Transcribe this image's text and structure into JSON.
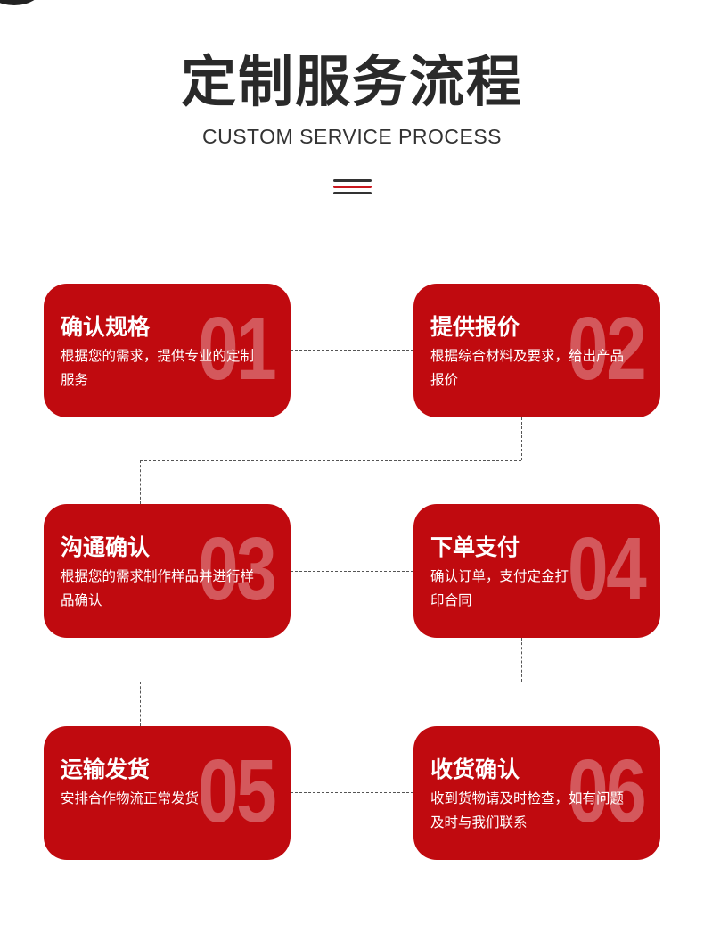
{
  "header": {
    "title": "定制服务流程",
    "subtitle": "CUSTOM SERVICE PROCESS"
  },
  "steps": [
    {
      "number": "01",
      "title": "确认规格",
      "description": "根据您的需求，提供专业的定制服务"
    },
    {
      "number": "02",
      "title": "提供报价",
      "description": "根据综合材料及要求，给出产品报价"
    },
    {
      "number": "03",
      "title": "沟通确认",
      "description": "根据您的需求制作样品并进行样品确认"
    },
    {
      "number": "04",
      "title": "下单支付",
      "description": "确认订单，支付定金打印合同"
    },
    {
      "number": "05",
      "title": "运输发货",
      "description": "安排合作物流正常发货"
    },
    {
      "number": "06",
      "title": "收货确认",
      "description": "收到货物请及时检查，如有问题及时与我们联系"
    }
  ],
  "colors": {
    "card": "#c00a0f",
    "title": "#2a2a2a",
    "accent": "#c8161d"
  }
}
